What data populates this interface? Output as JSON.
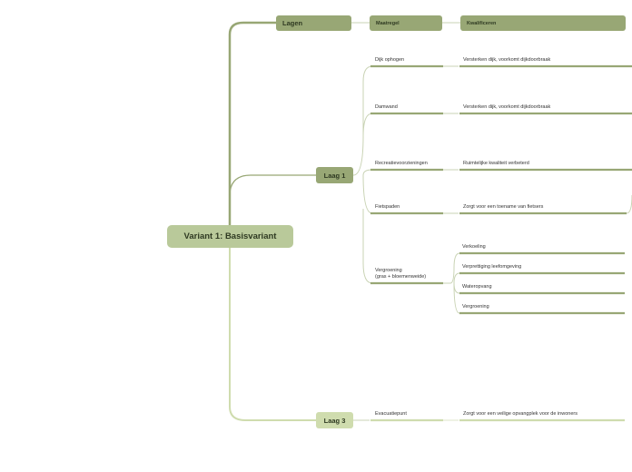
{
  "root": {
    "label": "Variant 1:  Basisvariant"
  },
  "headers": {
    "lagen": "Lagen",
    "maatregel": "Maatregel",
    "kwalificeren": "Kwalificeren"
  },
  "laag1": {
    "label": "Laag 1",
    "items": [
      {
        "maatregel": "Dijk ophogen",
        "kwalificeren": "Versterken dijk, voorkomt dijkdoorbraak"
      },
      {
        "maatregel": "Damwand",
        "kwalificeren": "Versterken dijk, voorkomt dijkdoorbraak"
      },
      {
        "maatregel": "Recreatievoorzieningen",
        "kwalificeren": "Ruimtelijke kwaliteit verbeterd"
      },
      {
        "maatregel": "Fietspaden",
        "kwalificeren": "Zorgt voor een toename van fietsers"
      },
      {
        "maatregel_line1": "Vergroening",
        "maatregel_line2": "(gras + bloemenweide)",
        "kwalificeren": [
          "Verkoeling",
          "Verprettiging leefomgeving",
          "Wateropvang",
          "Vergroening"
        ]
      }
    ]
  },
  "laag3": {
    "label": "Laag 3",
    "items": [
      {
        "maatregel": "Evacuatiepunt",
        "kwalificeren": "Zorgt voor een veilige opvangplek voor de inwoners"
      }
    ]
  },
  "colors": {
    "dark": "#98a775",
    "light": "#cfdcae",
    "root": "#b9c99a"
  }
}
